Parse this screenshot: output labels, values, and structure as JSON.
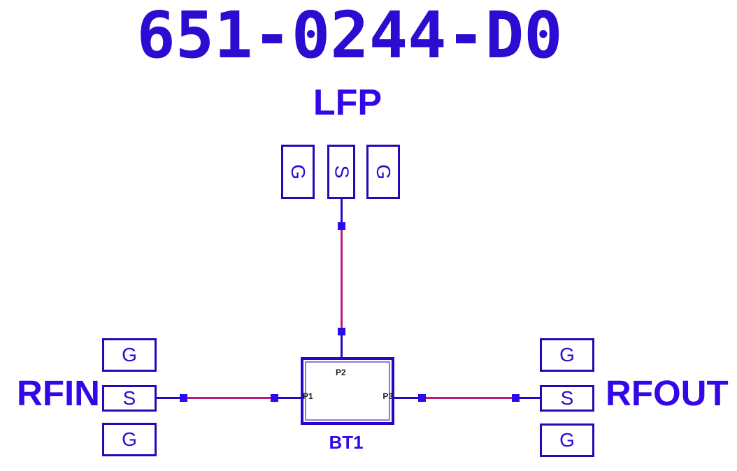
{
  "title": "651-0244-D0",
  "component": {
    "refdes": "BT1",
    "pins": {
      "p1": "P1",
      "p2": "P2",
      "p3": "P3"
    }
  },
  "ports": {
    "top": {
      "name": "LFP",
      "pads": [
        "G",
        "S",
        "G"
      ]
    },
    "left": {
      "name": "RFIN",
      "pads": [
        "G",
        "S",
        "G"
      ]
    },
    "right": {
      "name": "RFOUT",
      "pads": [
        "G",
        "S",
        "G"
      ]
    }
  },
  "colors": {
    "title_blue": "#2d0bd0",
    "label_blue": "#3307e8",
    "pad_border": "#2a06b5",
    "pad_letter": "#2a0ad2",
    "wire_blue": "#2408c6",
    "junction_blue": "#2b0af0",
    "wire_magenta": "#c2187e",
    "inner_border": "#8a7ce4",
    "pin_text": "#1c1c1c",
    "background": "#ffffff"
  }
}
